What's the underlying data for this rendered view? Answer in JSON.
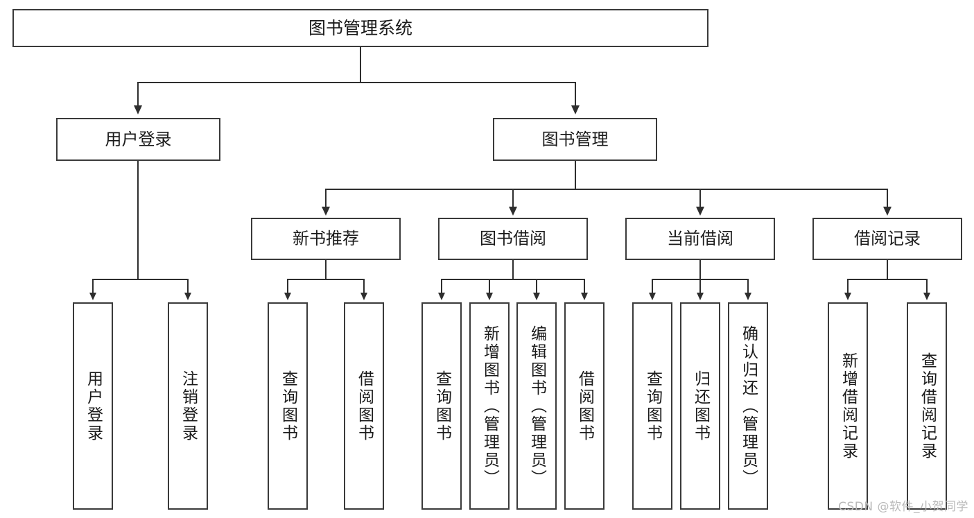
{
  "diagram": {
    "title": "图书管理系统",
    "type": "hierarchy-tree",
    "watermark": "CSDN @软件_小贺同学",
    "colors": {
      "box_border": "#3a3a3a",
      "connector": "#2e2e2e",
      "background": "#ffffff",
      "text": "#1a1a1a",
      "watermark": "#b9b9b9"
    },
    "nodes": {
      "root": {
        "label": "图书管理系统"
      },
      "level1": [
        {
          "label": "用户登录"
        },
        {
          "label": "图书管理"
        }
      ],
      "level2": [
        {
          "label": "新书推荐"
        },
        {
          "label": "图书借阅"
        },
        {
          "label": "当前借阅"
        },
        {
          "label": "借阅记录"
        }
      ],
      "leaves": {
        "user_login": [
          {
            "label": "用户登录"
          },
          {
            "label": "注销登录"
          }
        ],
        "new_book_recommend": [
          {
            "label": "查询图书"
          },
          {
            "label": "借阅图书"
          }
        ],
        "book_borrow": [
          {
            "label": "查询图书"
          },
          {
            "label": "新增图书（管理员）"
          },
          {
            "label": "编辑图书（管理员）"
          },
          {
            "label": "借阅图书"
          }
        ],
        "current_borrow": [
          {
            "label": "查询图书"
          },
          {
            "label": "归还图书"
          },
          {
            "label": "确认归还（管理员）"
          }
        ],
        "borrow_record": [
          {
            "label": "新增借阅记录"
          },
          {
            "label": "查询借阅记录"
          }
        ]
      }
    }
  }
}
